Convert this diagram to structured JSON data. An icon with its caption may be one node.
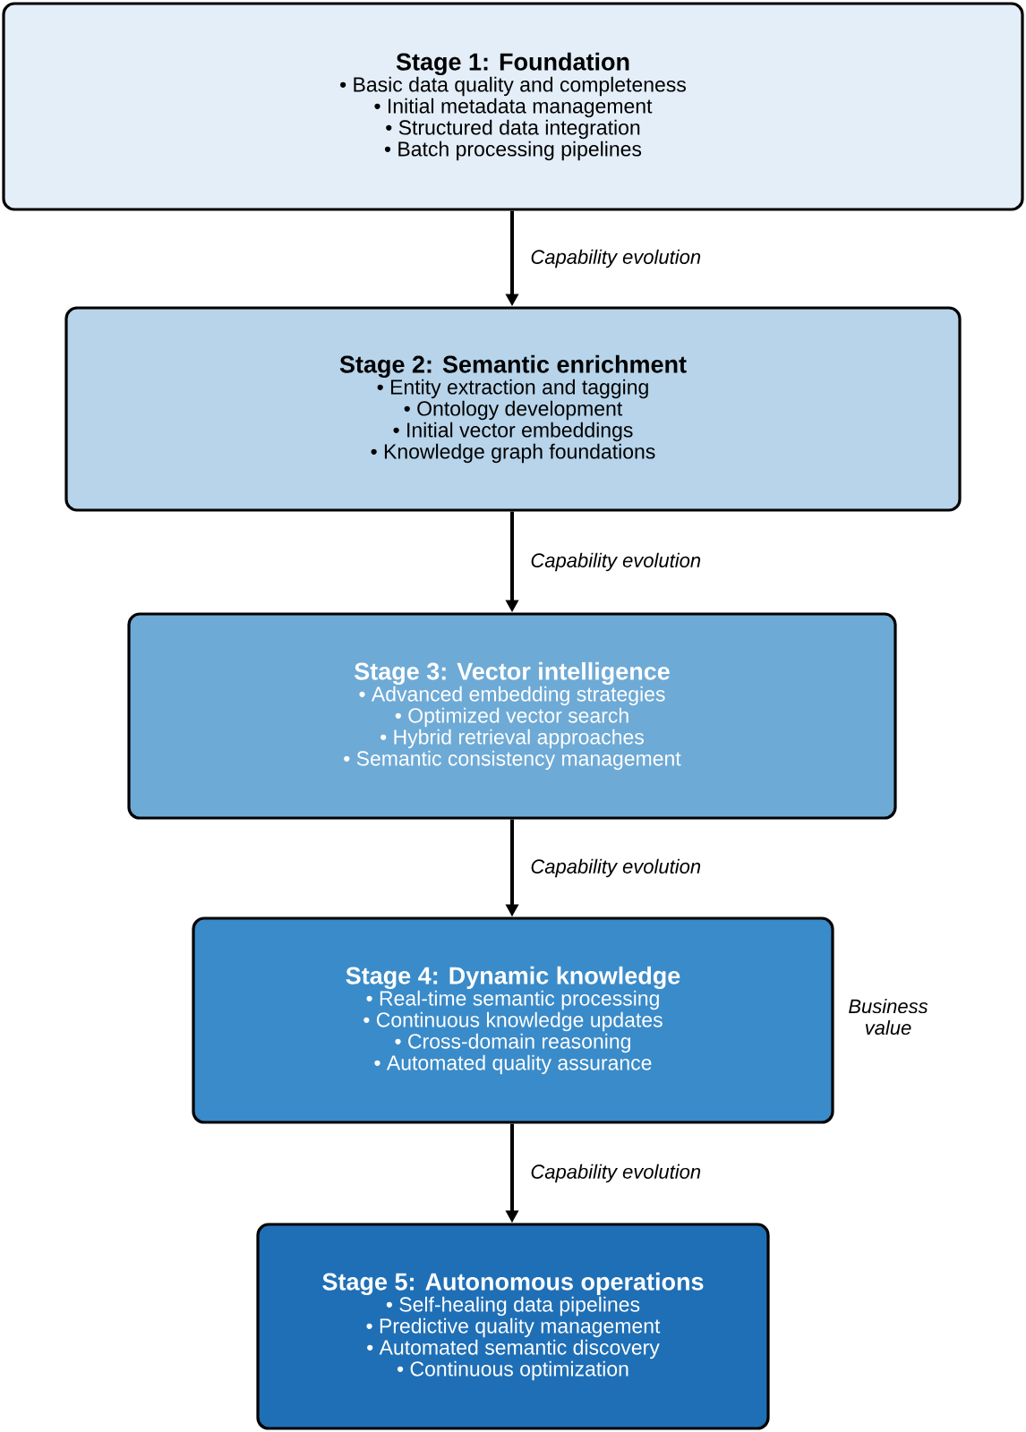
{
  "diagram": {
    "nodes": [
      {
        "text": [
          "Stage 1: Foundation",
          "• Basic data quality and completeness",
          "• Initial metadata management",
          "• Structured data integration",
          "• Batch processing pipelines"
        ]
      },
      {
        "text": [
          "Stage 2: Semantic enrichment",
          "• Entity extraction and tagging",
          "• Ontology development",
          "• Initial vector embeddings",
          "• Knowledge graph foundations"
        ]
      },
      {
        "text": [
          "Stage 3: Vector intelligence",
          "• Advanced embedding strategies",
          "• Optimized vector search",
          "• Hybrid retrieval approaches",
          "• Semantic consistency management"
        ]
      },
      {
        "text": [
          "Stage 4: Dynamic knowledge",
          "• Real-time semantic processing",
          "• Continuous knowledge updates",
          "• Cross-domain reasoning",
          "• Automated quality assurance"
        ]
      },
      {
        "text": [
          "Stage 5: Autonomous operations",
          "• Self-healing data pipelines",
          "• Predictive quality management",
          "• Automated semantic discovery",
          "• Continuous optimization"
        ]
      }
    ],
    "edges": [
      {
        "from": 0,
        "to": 1,
        "arrow": "to",
        "label": "Capability evolution"
      },
      {
        "from": 1,
        "to": 2,
        "arrow": "to",
        "label": "Capability evolution"
      },
      {
        "from": 2,
        "to": 3,
        "arrow": "to",
        "label": "Capability evolution"
      },
      {
        "from": 3,
        "to": 4,
        "arrow": "to",
        "label": "Capability evolution"
      }
    ],
    "labels": [
      "Business value"
    ]
  }
}
